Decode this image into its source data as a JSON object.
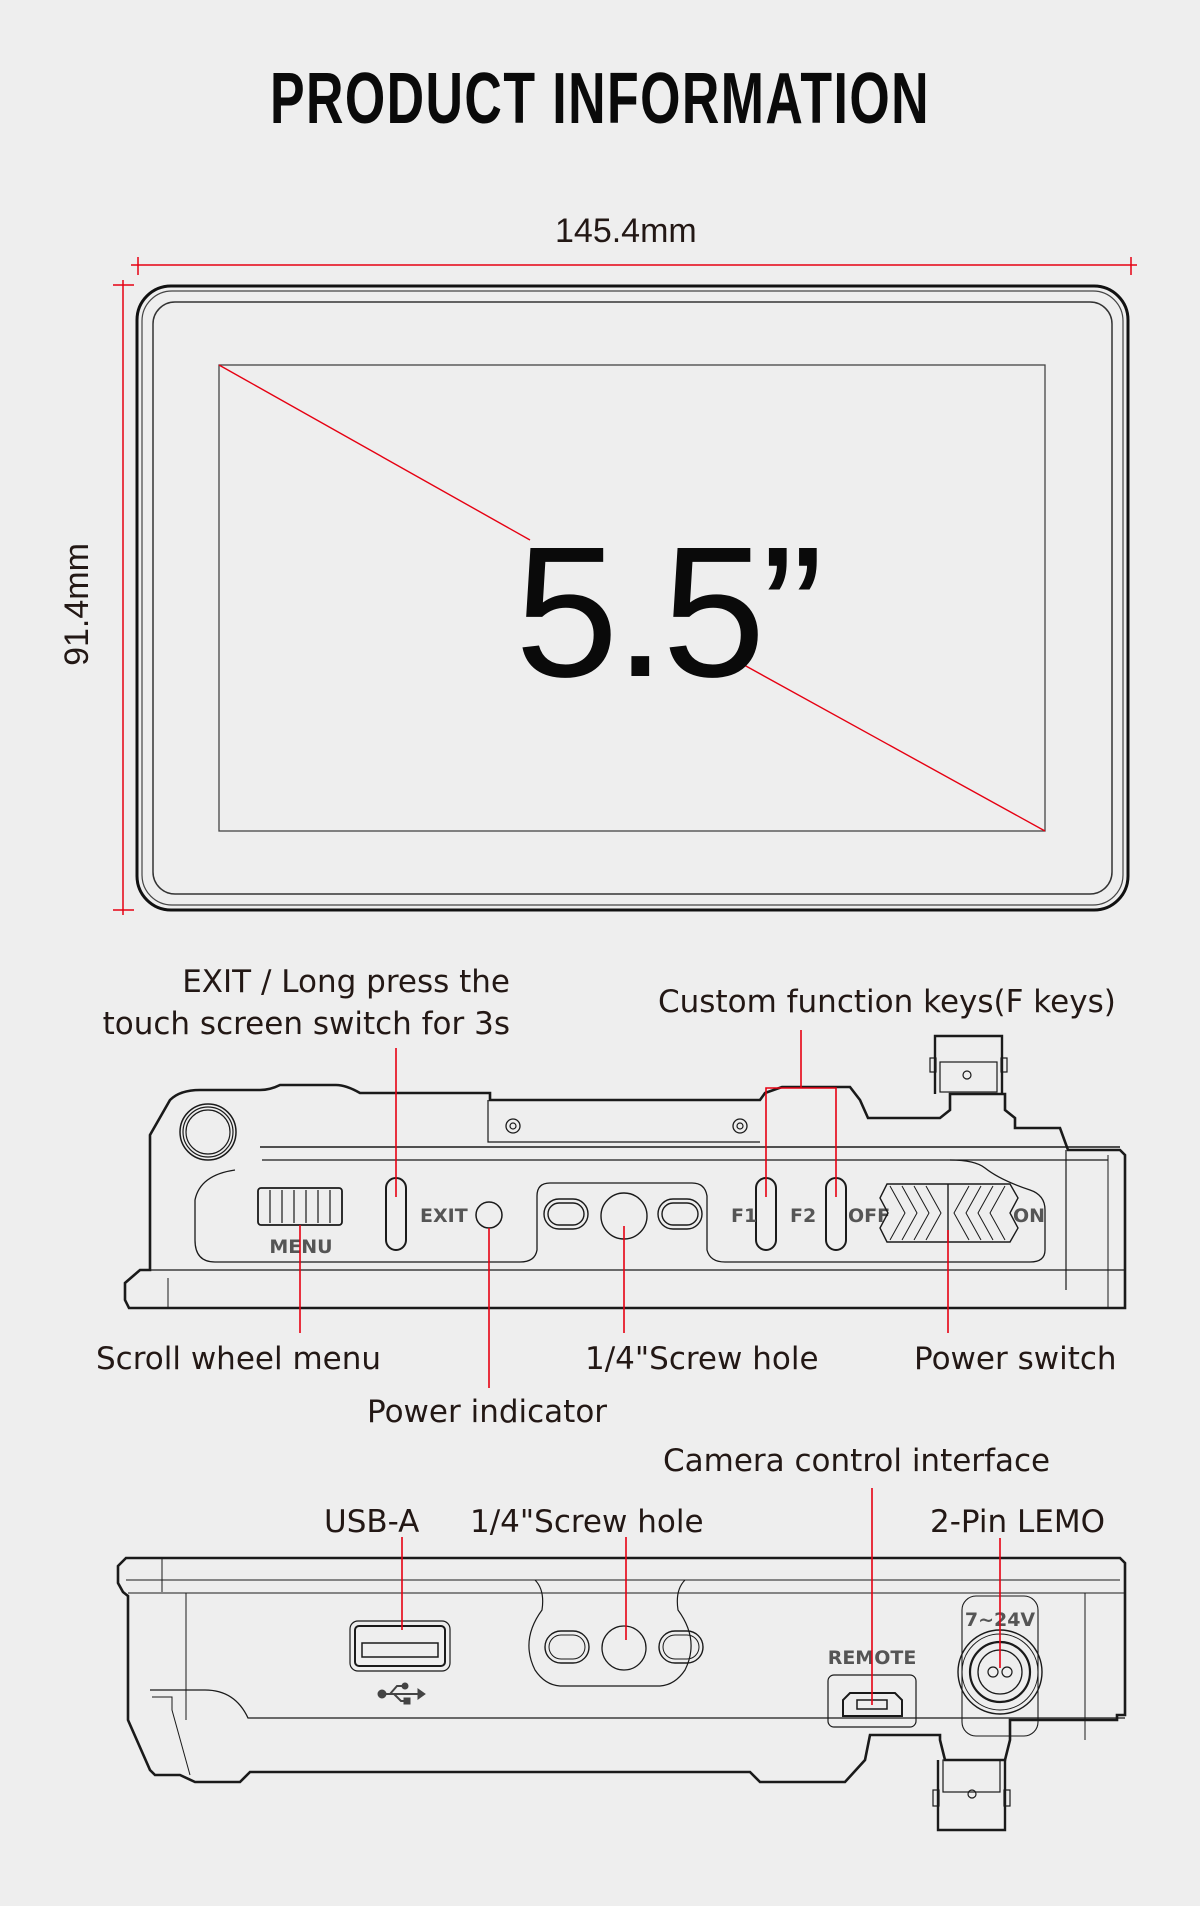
{
  "title": "PRODUCT INFORMATION",
  "front_view": {
    "width_label": "145.4mm",
    "height_label": "91.4mm",
    "screen_size": "5.5”"
  },
  "side_view": {
    "callouts": {
      "exit_line1": "EXIT / Long press the",
      "exit_line2": "touch screen switch for 3s",
      "f_keys": "Custom function keys(F keys)",
      "scroll_wheel": "Scroll wheel menu",
      "screw_hole": "1/4\"Screw hole",
      "power_switch": "Power switch",
      "power_indicator": "Power indicator"
    },
    "device_labels": {
      "menu": "MENU",
      "exit": "EXIT",
      "f1": "F1",
      "f2": "F2",
      "off": "OFF",
      "on": "ON"
    }
  },
  "bottom_view": {
    "callouts": {
      "usb_a": "USB-A",
      "screw_hole": "1/4\"Screw hole",
      "camera_control": "Camera control interface",
      "lemo": "2-Pin LEMO"
    },
    "device_labels": {
      "remote": "REMOTE",
      "voltage": "7~24V"
    }
  },
  "colors": {
    "background": "#eeeeee",
    "accent_red": "#e60012",
    "line": "#1a1a1a"
  }
}
